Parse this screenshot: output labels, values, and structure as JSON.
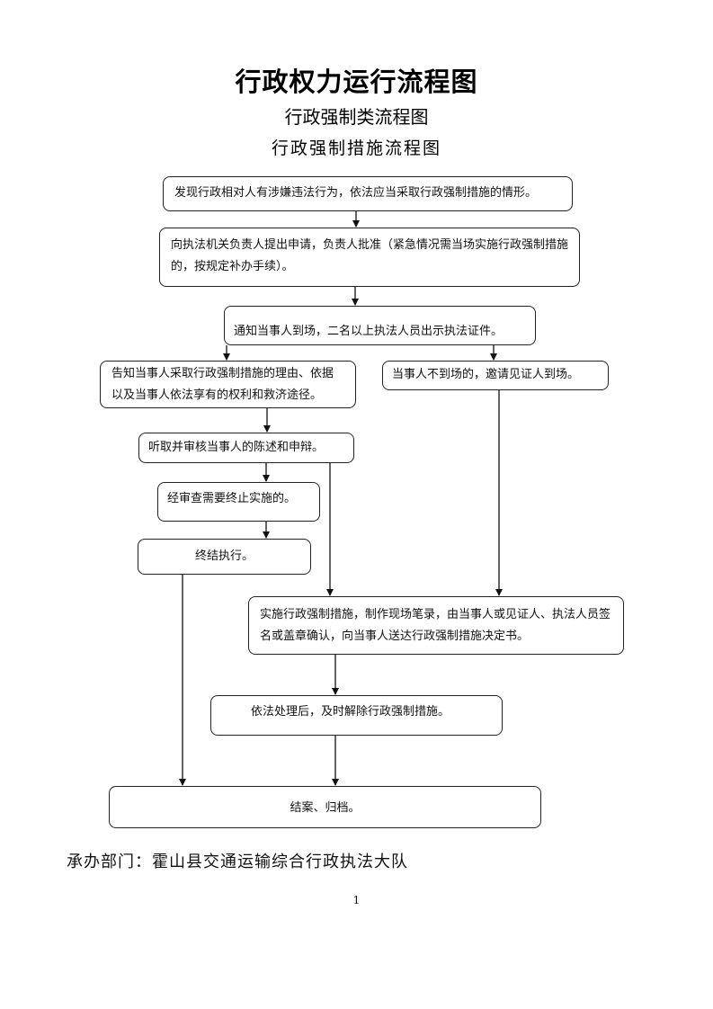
{
  "header": {
    "title": "行政权力运行流程图",
    "subtitle": "行政强制类流程图",
    "flow_title": "行政强制措施流程图"
  },
  "nodes": {
    "discover": "发现行政相对人有涉嫌违法行为，依法应当采取行政强制措施的情形。",
    "apply": "向执法机关负责人提出申请，负责人批准（紧急情况需当场实施行政强制措施的，按规定补办手续）。",
    "notify": "通知当事人到场，二名以上执法人员出示执法证件。",
    "inform": "告知当事人采取行政强制措施的理由、依据以及当事人依法享有的权利和救济途径。",
    "absent": "当事人不到场的，邀请见证人到场。",
    "hear": "听取并审核当事人的陈述和申辩。",
    "review_terminate": "经审查需要终止实施的。",
    "end_execution": "终结执行。",
    "implement": "实施行政强制措施，制作现场笔录，由当事人或见证人、执法人员签名或盖章确认，向当事人送达行政强制措施决定书。",
    "release": "依法处理后，及时解除行政强制措施。",
    "close_case": "结案、归档。"
  },
  "footer": {
    "department": "承办部门：霍山县交通运输综合行政执法大队",
    "page_number": "1"
  }
}
